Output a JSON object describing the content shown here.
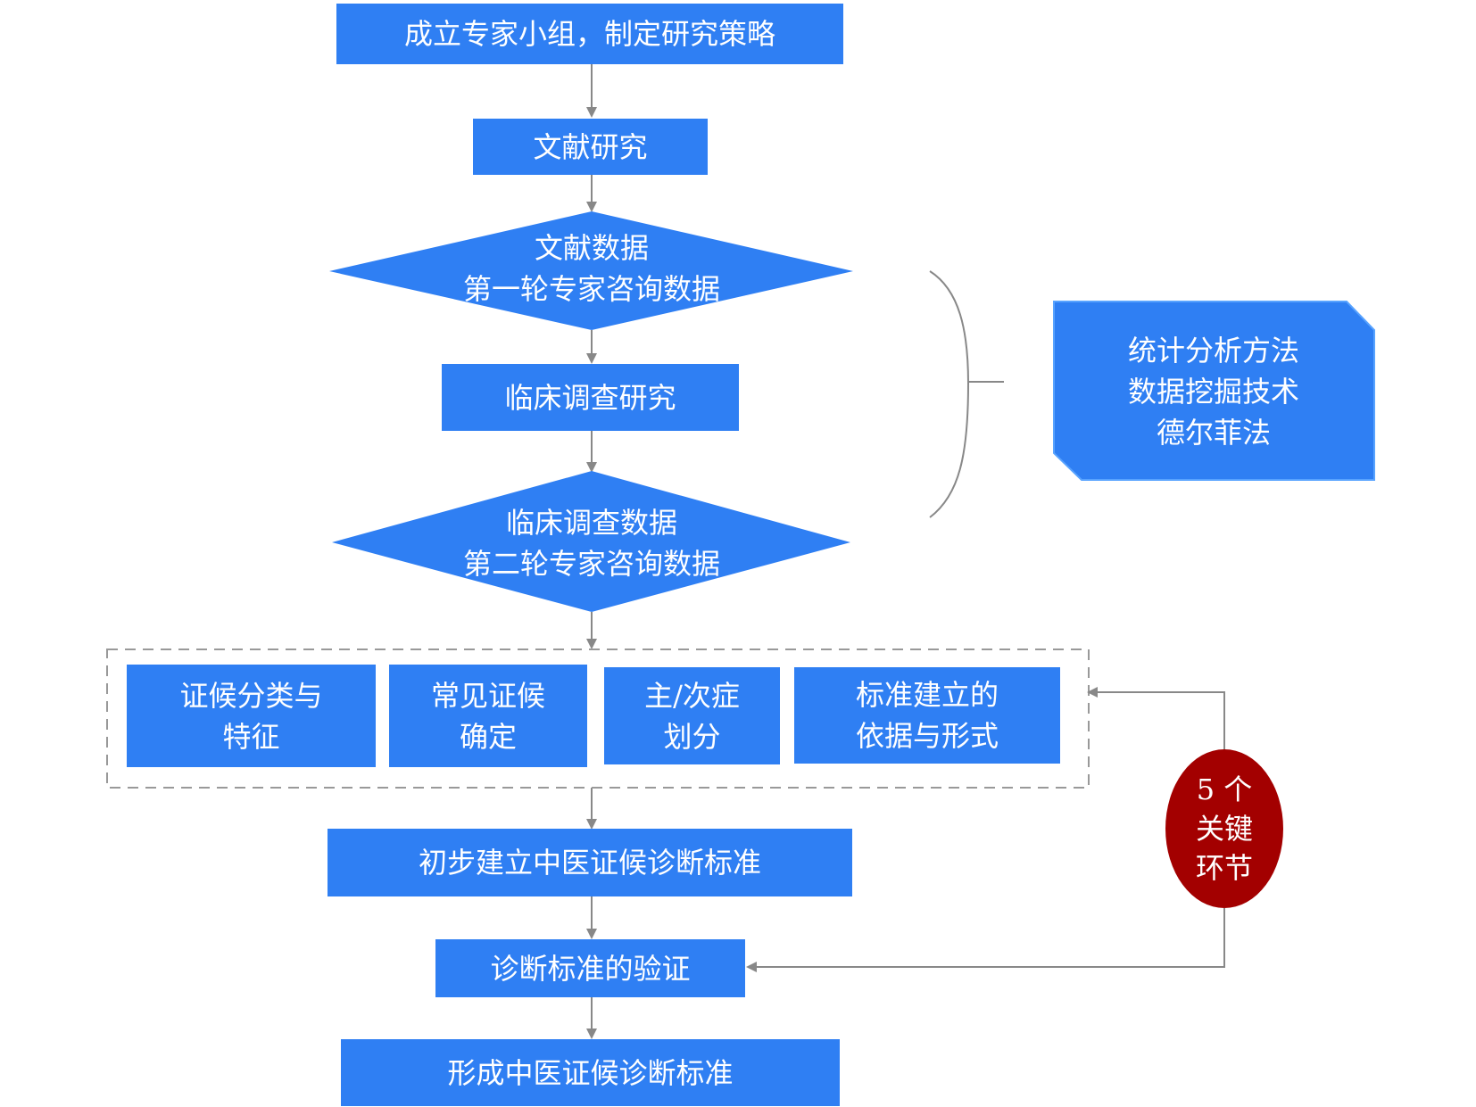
{
  "steps": {
    "s1": "成立专家小组，制定研究策略",
    "s2": "文献研究",
    "d1": "文献数据\n第一轮专家咨询数据",
    "s3": "临床调查研究",
    "d2": "临床调查数据\n第二轮专家咨询数据",
    "s4": "初步建立中医证候诊断标准",
    "s5": "诊断标准的验证",
    "s6": "形成中医证候诊断标准"
  },
  "key_links": [
    "证候分类与\n特征",
    "常见证候\n确定",
    "主/次症\n划分",
    "标准建立的\n依据与形式"
  ],
  "methods_note": "统计分析方法\n数据挖掘技术\n德尔菲法",
  "badge": "5 个\n关键\n环节",
  "colors": {
    "box_blue": "#2f7ff3",
    "badge_red": "#a30000",
    "arrow_gray": "#888888"
  }
}
